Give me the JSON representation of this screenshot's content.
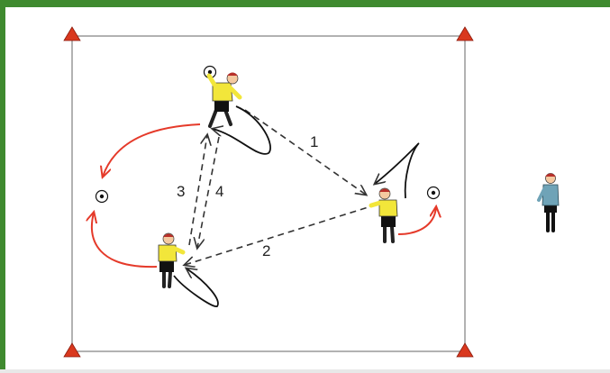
{
  "colors": {
    "frame_green": "#3f8a2f",
    "cone": "#d9381e",
    "jersey": "#f2e63a",
    "coach_top": "#6fa3b7",
    "dribble_curve": "#e53a2a",
    "pass_line": "#333333"
  },
  "labels": {
    "pass1": "1",
    "pass2": "2",
    "pass3": "3",
    "pass4": "4"
  },
  "icons": [
    "cone-icon",
    "ball-icon",
    "player-figure",
    "coach-figure"
  ]
}
